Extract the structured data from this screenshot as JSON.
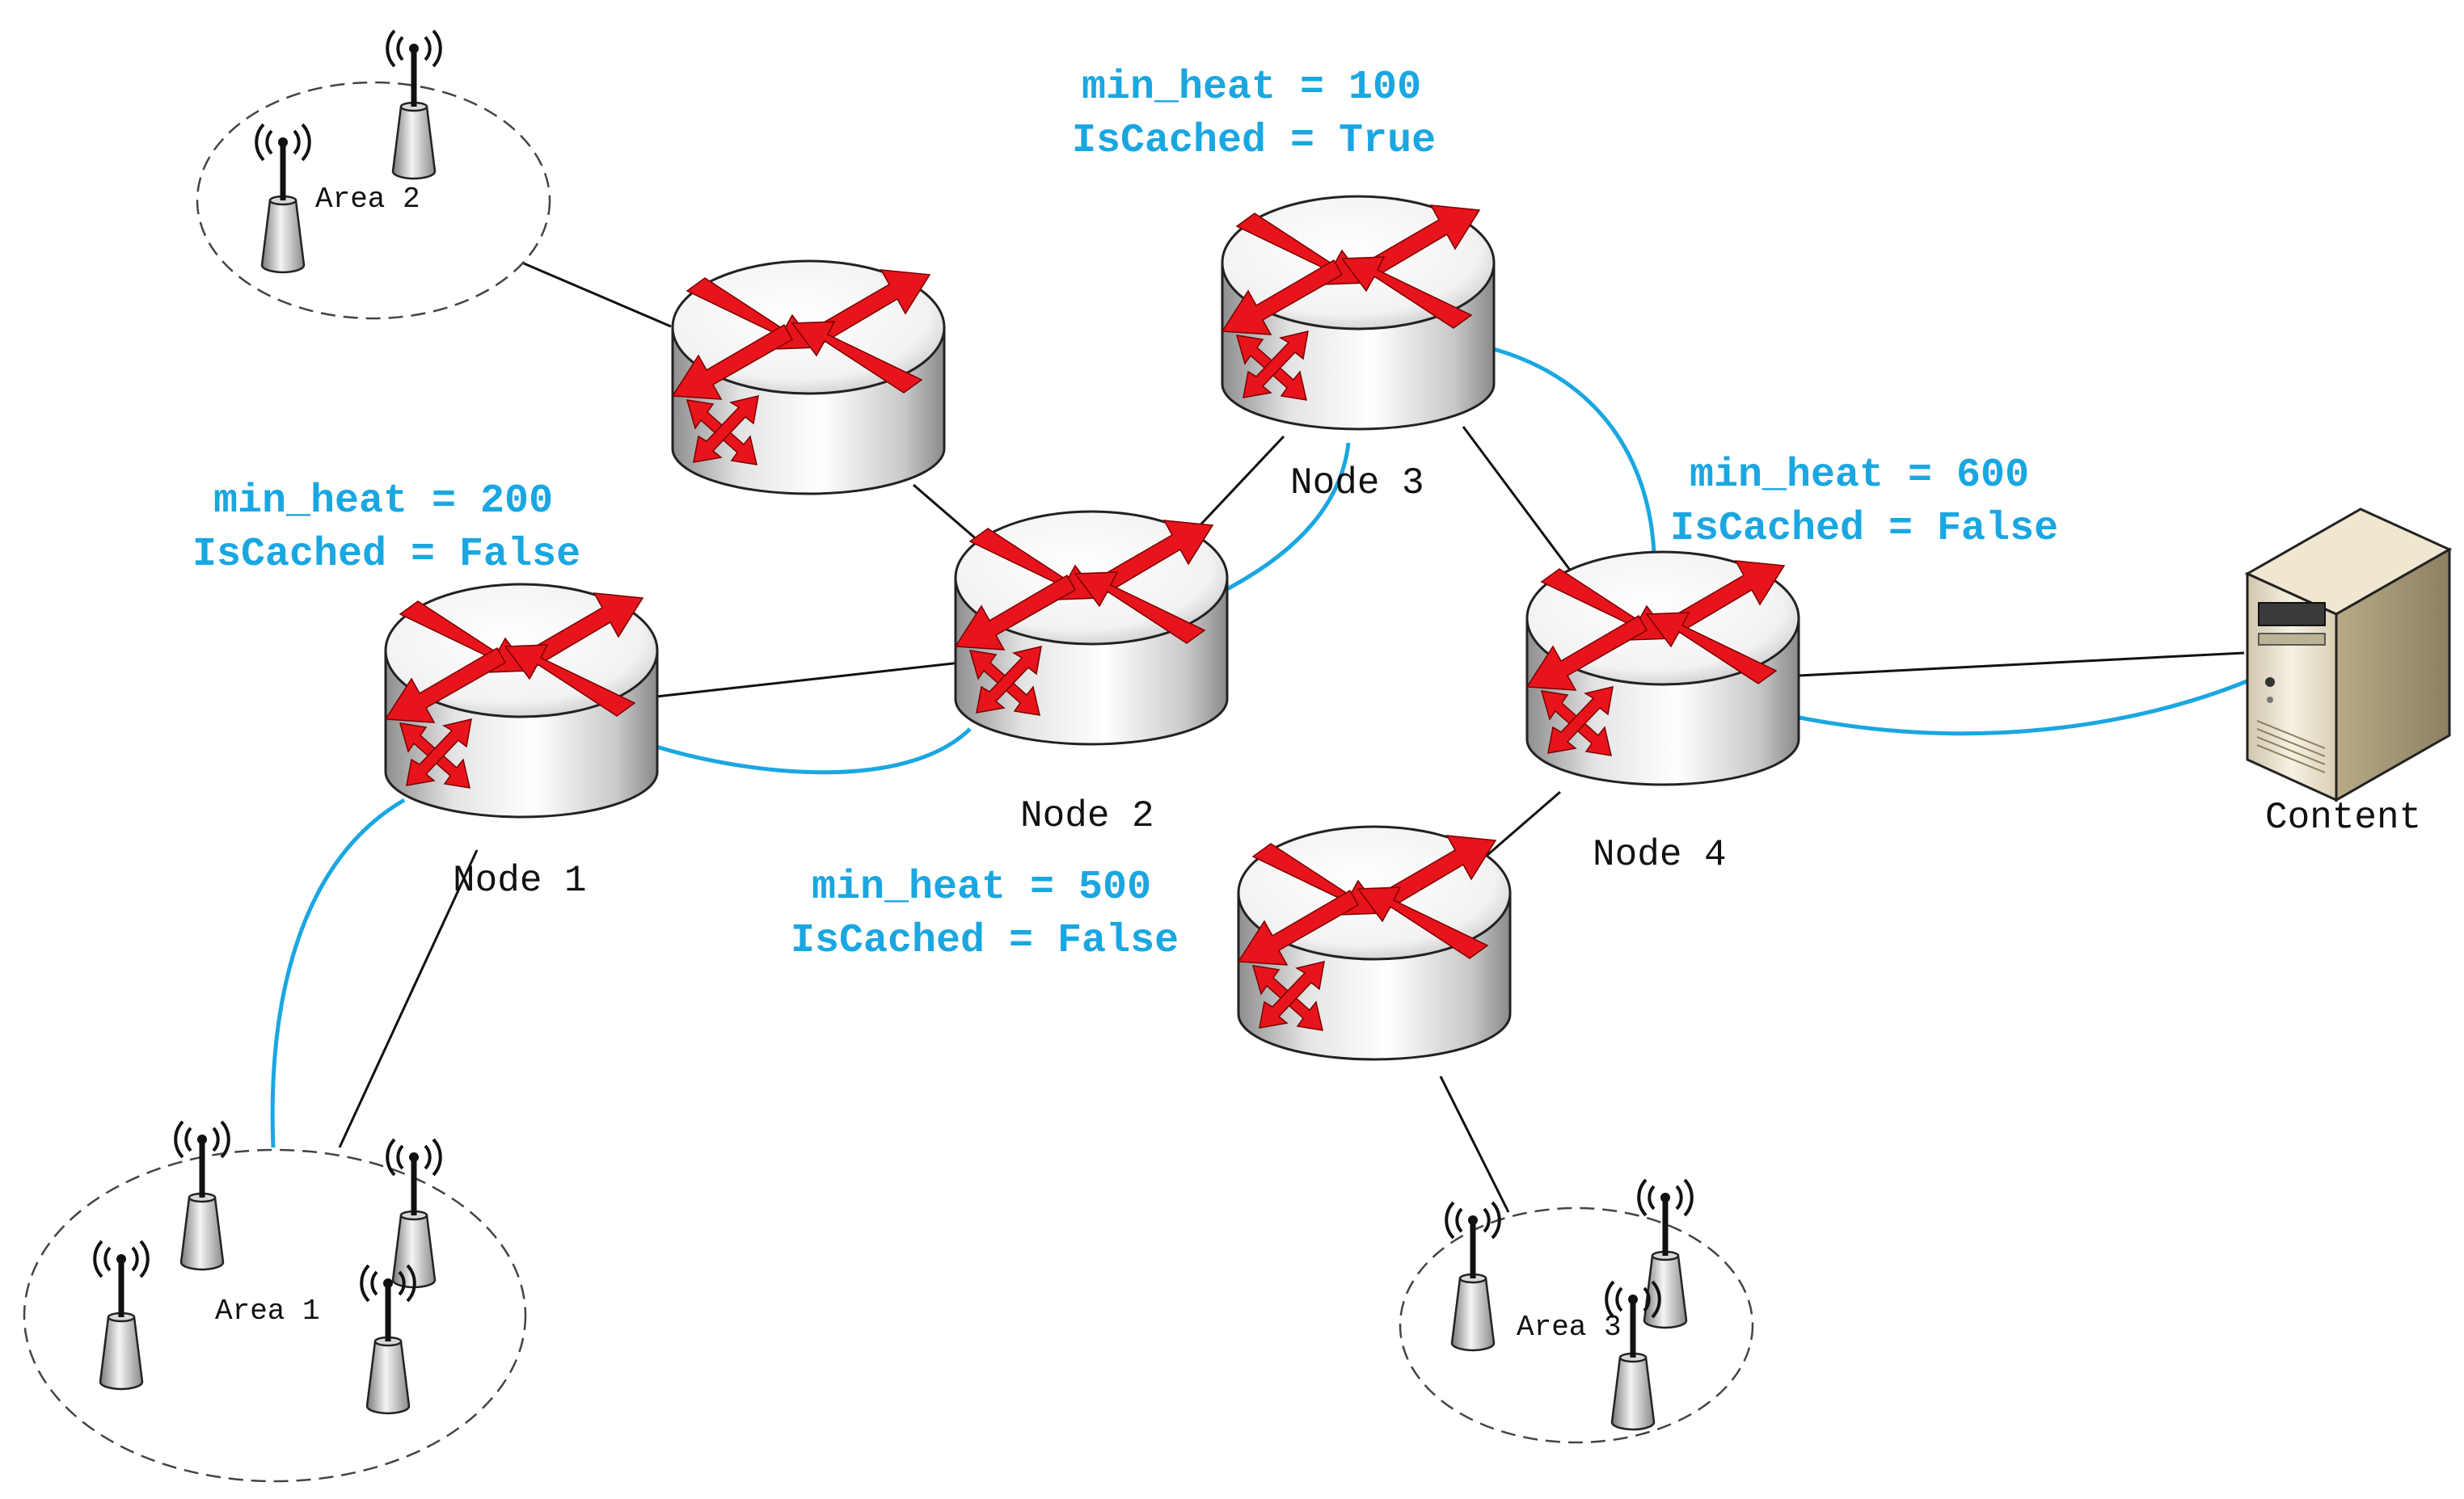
{
  "colors": {
    "path_accent": "#1aa7e1",
    "router_arrow": "#e8141b",
    "link_black": "#111111",
    "background": "#ffffff"
  },
  "nodes": {
    "node1": {
      "label": "Node 1",
      "min_heat": "min_heat = 200",
      "is_cached": "IsCached = False"
    },
    "node2": {
      "label": "Node 2",
      "min_heat": "min_heat = 500",
      "is_cached": "IsCached = False"
    },
    "node3": {
      "label": "Node 3",
      "min_heat": "min_heat = 100",
      "is_cached": "IsCached = True"
    },
    "node4": {
      "label": "Node 4",
      "min_heat": "min_heat = 600",
      "is_cached": "IsCached = False"
    }
  },
  "areas": {
    "area1": {
      "label": "Area 1"
    },
    "area2": {
      "label": "Area 2"
    },
    "area3": {
      "label": "Area 3"
    }
  },
  "server": {
    "label": "Content",
    "icon": "server-icon"
  },
  "icons": {
    "router": "router-icon",
    "antenna": "antenna-icon"
  }
}
